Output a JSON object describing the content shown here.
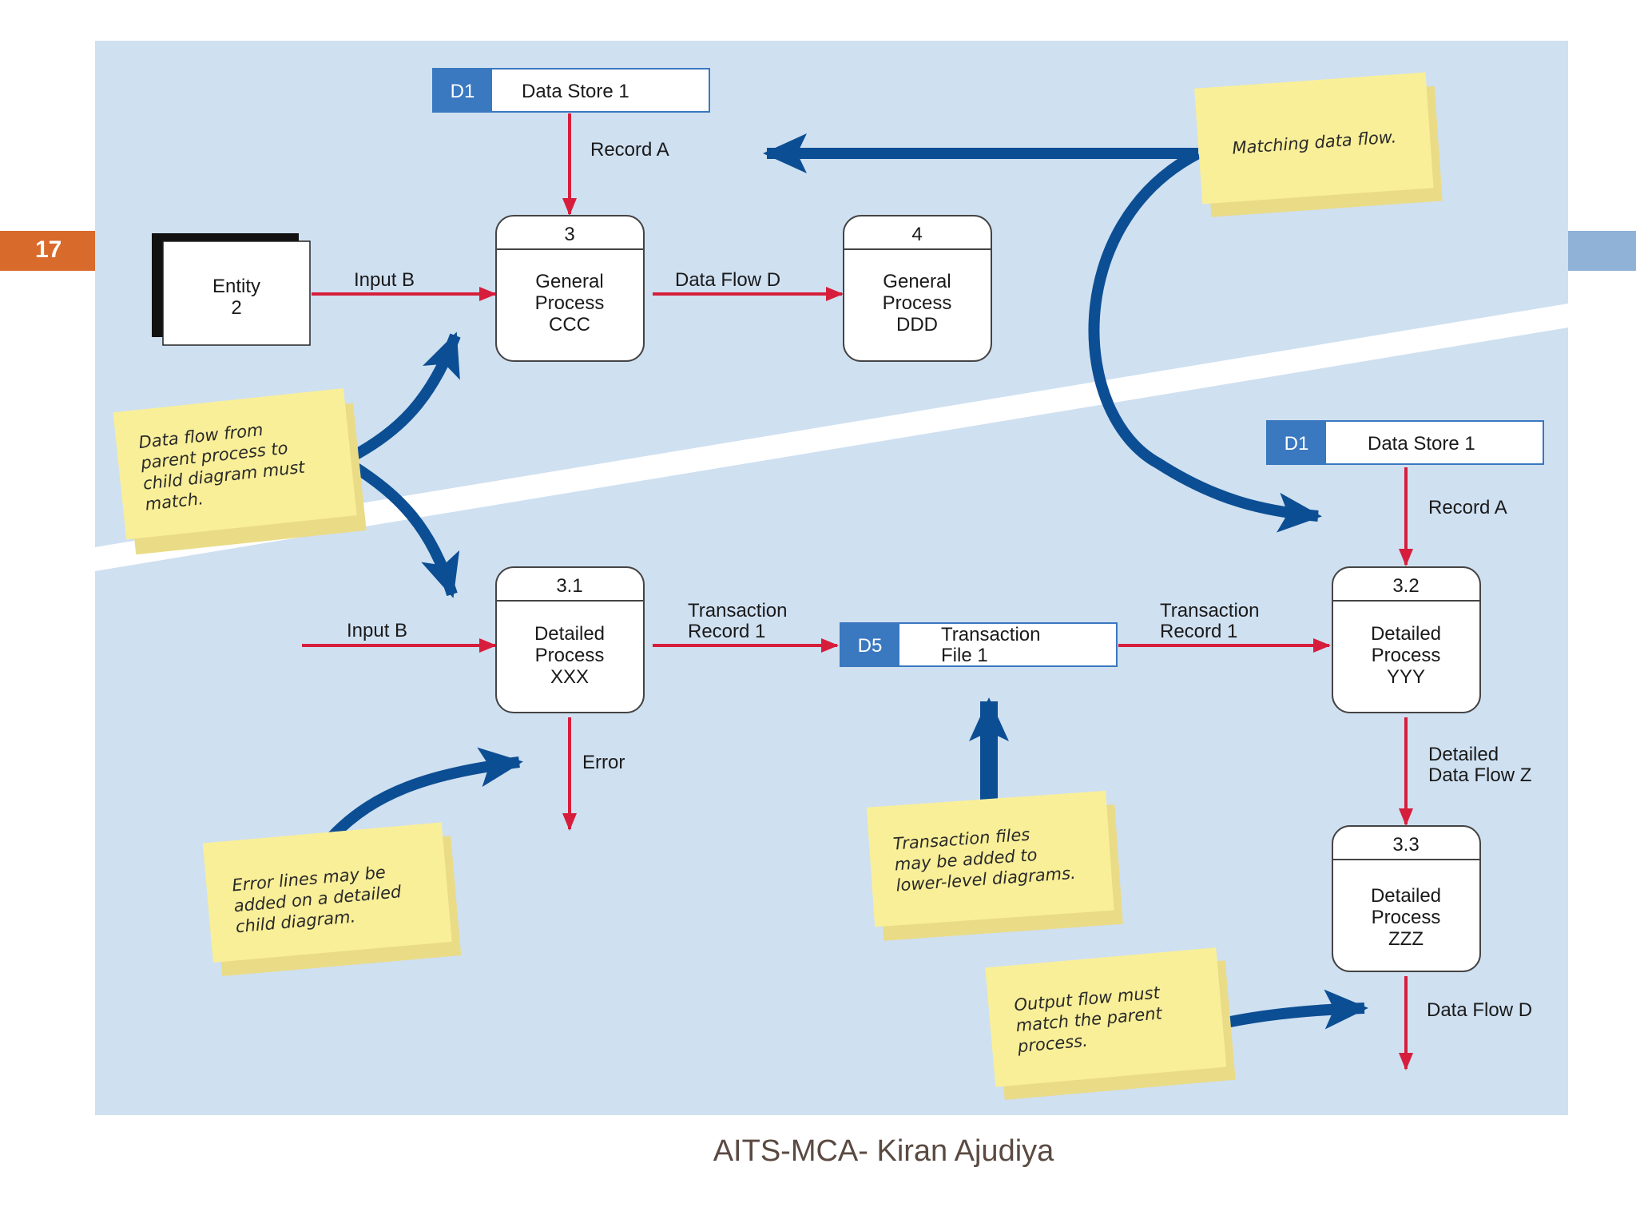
{
  "slide": {
    "page_number": "17",
    "footer": "AITS-MCA- Kiran Ajudiya"
  },
  "colors": {
    "background": "#cfe0f1",
    "flow_red": "#d61e3c",
    "note_arrow_blue": "#0c4e93",
    "store_tag_blue": "#3a78c0",
    "sticky_yellow": "#f9ef98",
    "accent_orange": "#d86a2b"
  },
  "parent_diagram": {
    "data_store": {
      "id": "D1",
      "name": "Data Store 1"
    },
    "flow_record": "Record A",
    "entity": {
      "line1": "Entity",
      "line2": "2"
    },
    "flow_input": "Input B",
    "process_3": {
      "number": "3",
      "line1": "General",
      "line2": "Process",
      "line3": "CCC"
    },
    "flow_d": "Data Flow D",
    "process_4": {
      "number": "4",
      "line1": "General",
      "line2": "Process",
      "line3": "DDD"
    }
  },
  "child_diagram": {
    "data_store": {
      "id": "D1",
      "name": "Data Store 1"
    },
    "flow_record": "Record A",
    "flow_input": "Input B",
    "process_31": {
      "number": "3.1",
      "line1": "Detailed",
      "line2": "Process",
      "line3": "XXX"
    },
    "flow_error": "Error",
    "flow_trans_left": {
      "line1": "Transaction",
      "line2": "Record 1"
    },
    "trans_store": {
      "id": "D5",
      "line1": "Transaction",
      "line2": "File 1"
    },
    "flow_trans_right": {
      "line1": "Transaction",
      "line2": "Record 1"
    },
    "process_32": {
      "number": "3.2",
      "line1": "Detailed",
      "line2": "Process",
      "line3": "YYY"
    },
    "flow_z": {
      "line1": "Detailed",
      "line2": "Data Flow Z"
    },
    "process_33": {
      "number": "3.3",
      "line1": "Detailed",
      "line2": "Process",
      "line3": "ZZZ"
    },
    "flow_d_out": "Data Flow D"
  },
  "notes": {
    "matching": {
      "line1": "Matching data flow."
    },
    "parent_child": {
      "line1": "Data flow from",
      "line2": "parent process to",
      "line3": "child diagram must",
      "line4": "match."
    },
    "error_lines": {
      "line1": "Error lines may be",
      "line2": "added on a detailed",
      "line3": "child diagram."
    },
    "transaction_files": {
      "line1": "Transaction files",
      "line2": "may be added to",
      "line3": "lower-level diagrams."
    },
    "output_flow": {
      "line1": "Output flow must",
      "line2": "match the parent",
      "line3": "process."
    }
  }
}
